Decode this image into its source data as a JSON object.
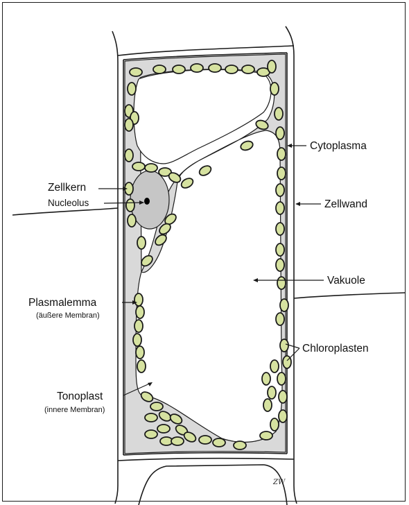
{
  "labels": {
    "cytoplasma": "Cytoplasma",
    "zellkern": "Zellkern",
    "nucleolus": "Nucleolus",
    "zellwand": "Zellwand",
    "vakuole": "Vakuole",
    "plasmalemma": "Plasmalemma",
    "plasmalemma_note": "(äußere Membran)",
    "chloroplasten": "Chloroplasten",
    "tonoplast": "Tonoplast",
    "tonoplast_note": "(innere Membran)"
  },
  "signature": "ZW",
  "colors": {
    "cell_wall_fill": "#ffffff",
    "cytoplasm": "#d9d9d9",
    "vacuole": "#ffffff",
    "chloroplast_fill": "#d6e2a0",
    "nucleus_fill": "#c6c6c6",
    "outline": "#1a1a1a"
  }
}
